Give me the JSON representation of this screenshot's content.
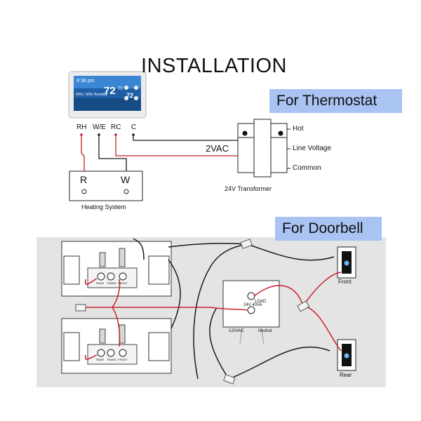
{
  "title": "INSTALLATION",
  "thermostat_section": {
    "tag": "For Thermostat",
    "display": {
      "time": "8:38 pm",
      "temp_main": "72",
      "temp_side_top": "70",
      "temp_side_bottom": "72",
      "humidity": "40% / 30% Humidity"
    },
    "terminals": [
      "RH",
      "W/E",
      "RC",
      "C"
    ],
    "heating_system": {
      "label": "Heating System",
      "terminals": [
        "R",
        "W"
      ]
    },
    "transformer": {
      "secondary_label": "2VAC",
      "label": "24V Transformer",
      "primary_labels": [
        "Hot",
        "Line Voltage",
        "Common"
      ]
    }
  },
  "doorbell_section": {
    "tag": "For Doorbell",
    "chime_terminals": [
      "REAR",
      "TRANS",
      "FRONT"
    ],
    "transformer": {
      "lines": [
        "LOAD",
        "24V 40VA"
      ],
      "input_label": "120VAC",
      "neutral_label": "Neutral"
    },
    "buttons": [
      "Front",
      "Rear"
    ]
  },
  "colors": {
    "wire_red": "#c8202a",
    "wire_black": "#1a1a1a",
    "tag_blue": "#a9c3f2",
    "panel_gray": "#e4e4e4"
  }
}
